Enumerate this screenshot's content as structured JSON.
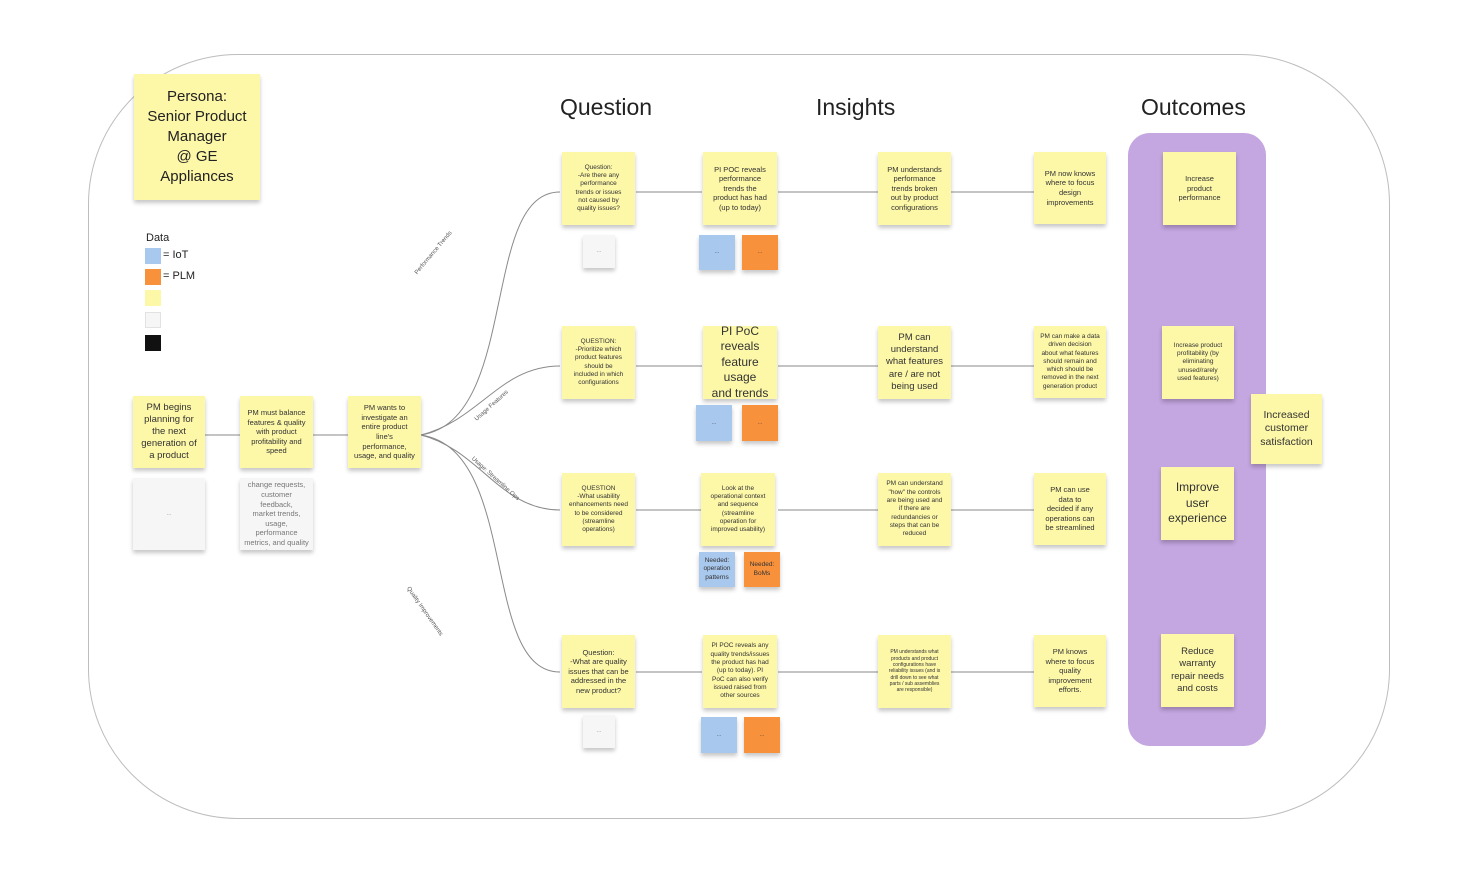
{
  "headers": {
    "question": "Question",
    "insights": "Insights",
    "outcomes": "Outcomes"
  },
  "persona": "Persona:\nSenior Product\nManager\n@ GE\nAppliances",
  "legend": {
    "title": "Data",
    "items": [
      {
        "label": "= IoT",
        "color": "#a9c8ee"
      },
      {
        "label": "= PLM",
        "color": "#f7913c"
      },
      {
        "label": "",
        "color": "#fdf7a8"
      },
      {
        "label": "",
        "color": "#f6f6f6"
      },
      {
        "label": "",
        "color": "#111111"
      }
    ]
  },
  "flow": {
    "start": "PM begins\nplanning for\nthe next\ngeneration of\na product",
    "balance": "PM must balance\nfeatures & quality\nwith product\nprofitability and\nspeed",
    "investigate": "PM wants to\ninvestigate an\nentire product\nline's\nperformance,\nusage, and quality",
    "start_note": "…",
    "balance_note": "Needed data:\nchange requests,\ncustomer feedback,\nmarket trends,\nusage, performance\nmetrics, and quality\nissues"
  },
  "branches": {
    "b1": "Performance Trends",
    "b2": "Usage Features",
    "b3": "Usage: Streamline Ops",
    "b4": "Quality Improvements"
  },
  "rows": [
    {
      "question": "Question:\n-Are there any\nperformance\ntrends or issues\nnot caused by\nquality issues?",
      "question_note": "…",
      "poc": "PI POC reveals\nperformance\ntrends the\nproduct has had\n(up to today)",
      "iot": "…",
      "plm": "…",
      "insight": "PM understands\nperformance\ntrends broken\nout by product\nconfigurations",
      "action": "PM now knows\nwhere to focus\ndesign\nimprovements"
    },
    {
      "question": "QUESTION:\n-Prioritize which\nproduct features\nshould be\nincluded in which\nconfigurations",
      "question_note": "",
      "poc": "PI PoC\nreveals\nfeature usage\nand trends",
      "iot": "…",
      "plm": "…",
      "insight": "PM can\nunderstand\nwhat features\nare / are not\nbeing used",
      "action": "PM can make a data\ndriven decision\nabout what features\nshould remain and\nwhich should be\nremoved in the next\ngeneration product"
    },
    {
      "question": "QUESTION\n-What usability\nenhancements need\nto be considered\n(streamline\noperations)",
      "question_note": "",
      "poc": "Look at the\noperational context\nand sequence\n(streamline\noperation for\nimproved usability)",
      "iot": "Needed:\noperation\npatterns",
      "plm": "Needed:\nBoMs",
      "insight": "PM can understand\n\"how\" the controls\nare being used and\nif there are\nredundancies or\nsteps that can be\nreduced",
      "action": "PM can use\ndata to\ndecided if any\noperations can\nbe streamlined"
    },
    {
      "question": "Question:\n-What are quality\nissues that can be\naddressed in the\nnew product?",
      "question_note": "…",
      "poc": "PI POC reveals any\nquality trends/issues\nthe product has had\n(up to today).   PI\nPoC can also  verify\nissued raised from\nother sources",
      "iot": "…",
      "plm": "…",
      "insight": "PM understands what\nproducts and product\nconfigurations have\nreliability issues (and is\ndrill down to see what\nparts / sub assemblies\nare responsible)",
      "action": "PM knows\nwhere to focus\nquality\nimprovement\nefforts."
    }
  ],
  "outcomes": {
    "o1": "Increase\nproduct\nperformance",
    "o2": "Increase product\nprofitability (by\neliminating\nunused/rarely\nused features)",
    "o3": "Improve\nuser\nexperience",
    "o4": "Reduce\nwarranty\nrepair needs\nand costs",
    "final": "Increased\ncustomer\nsatisfaction"
  }
}
